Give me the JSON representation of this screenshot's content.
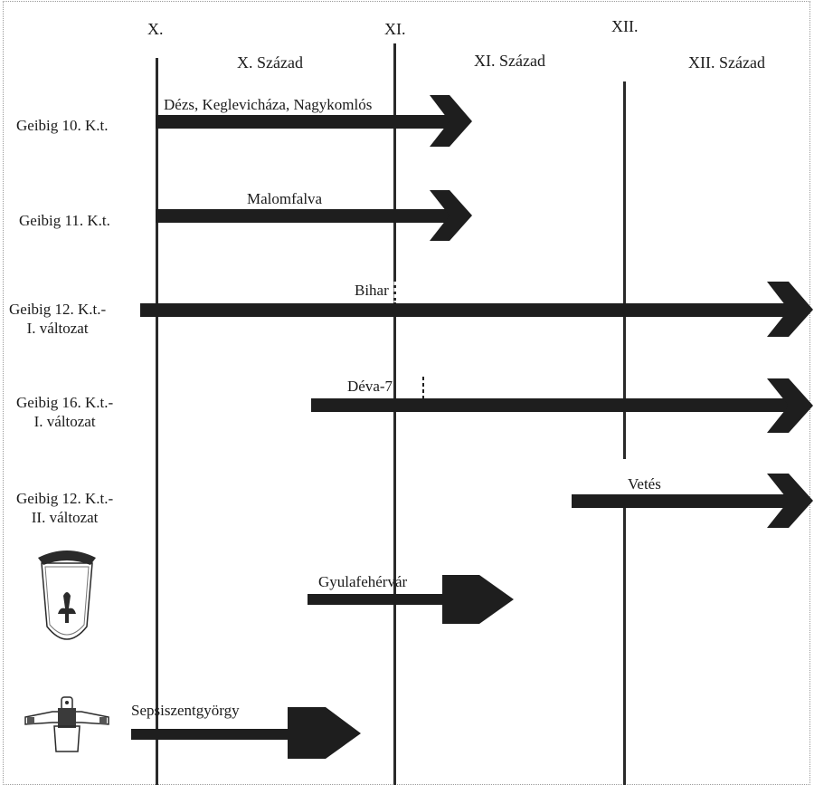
{
  "axis": {
    "markers": [
      "X.",
      "XI.",
      "XII."
    ],
    "centuries": [
      "X. Század",
      "XI. Század",
      "XII. Század"
    ]
  },
  "rows": [
    {
      "label_lines": [
        "Geibig 10. K.t."
      ],
      "site": "Dézs, Keglevicháza, Nagykomlós"
    },
    {
      "label_lines": [
        "Geibig 11. K.t."
      ],
      "site": "Malomfalva"
    },
    {
      "label_lines": [
        "Geibig 12. K.t.-",
        "I. változat"
      ],
      "site": "Bihar"
    },
    {
      "label_lines": [
        "Geibig 16. K.t.-",
        "I. változat"
      ],
      "site": "Déva-7"
    },
    {
      "label_lines": [
        "Geibig 12. K.t.-",
        "II. változat"
      ],
      "site": "Vetés"
    },
    {
      "label_lines": [],
      "icon": "sword-guard-drawing-icon",
      "site": "Gyulafehérvár"
    },
    {
      "label_lines": [],
      "icon": "crossguard-drawing-icon",
      "site": "Sepsiszentgyörgy"
    }
  ],
  "colors": {
    "line": "#2a2a2a",
    "arrow": "#1e1e1e",
    "text": "#1a1a1a"
  }
}
